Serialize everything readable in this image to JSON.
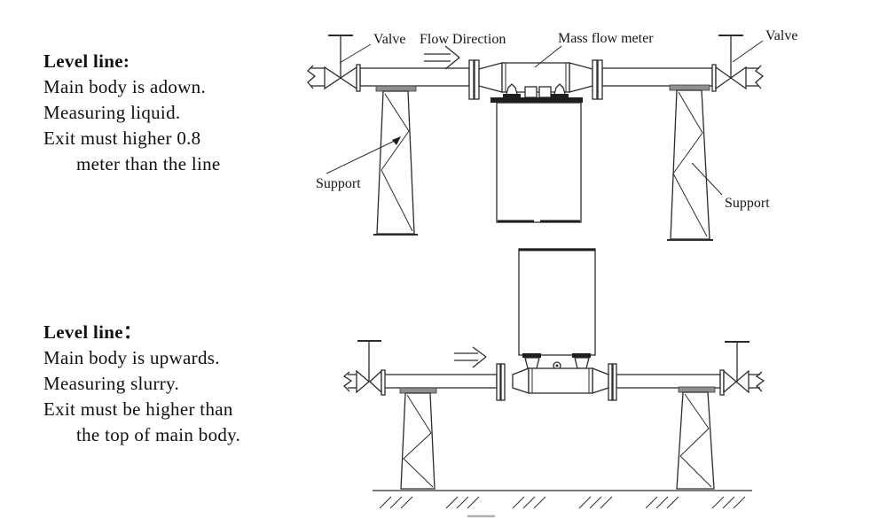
{
  "canvas": {
    "background": "#ffffff",
    "ink": "#2c2c2c",
    "plate_gray": "#8f8f8f"
  },
  "notes": [
    {
      "heading": "Level line:",
      "lines": [
        "Main body is adown.",
        "Measuring liquid.",
        "Exit must higher 0.8",
        "meter than the line"
      ]
    },
    {
      "heading": "Level line：",
      "lines": [
        "Main body is upwards.",
        "Measuring slurry.",
        "Exit must be higher than",
        "the top of main body."
      ]
    }
  ],
  "diagram_top": {
    "labels": {
      "valve_left": "Valve",
      "flow_direction": "Flow Direction",
      "mass_flow_meter": "Mass flow meter",
      "valve_right": "Valve",
      "support_left": "Support",
      "support_right": "Support"
    }
  }
}
